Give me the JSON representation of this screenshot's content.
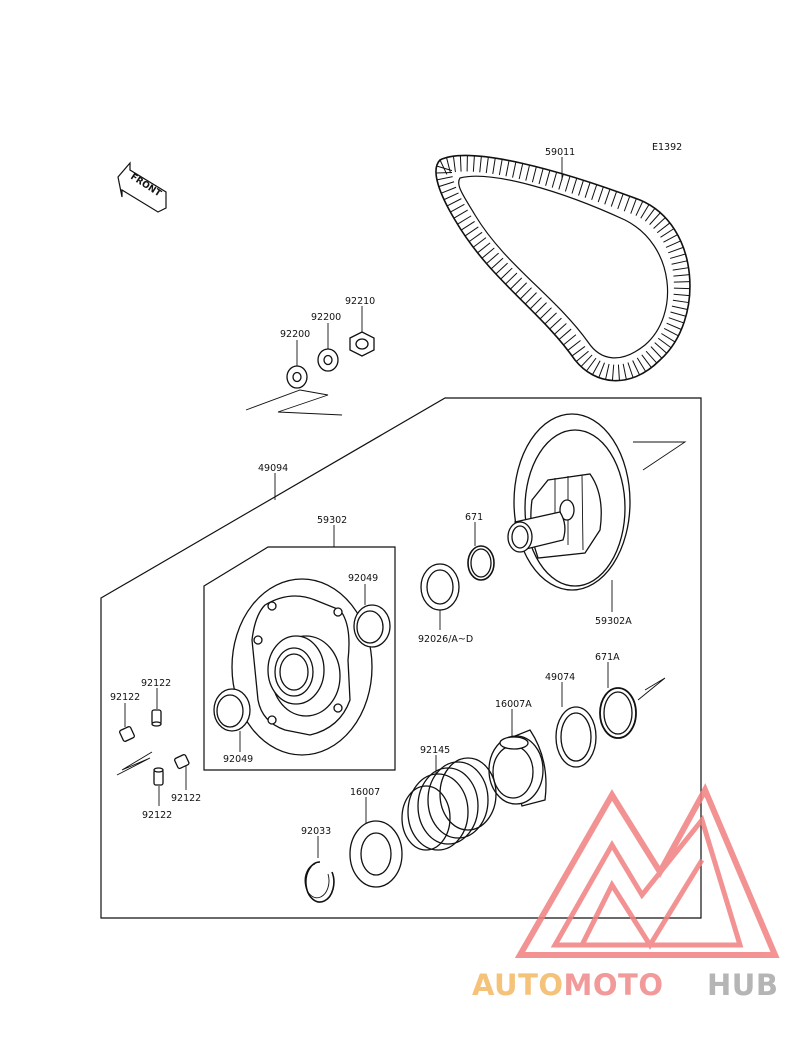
{
  "diagram_code": "E1392",
  "front_label": "FRONT",
  "parts": {
    "belt": "59011",
    "nut": "92210",
    "washer_a": "92200",
    "washer_b": "92200",
    "assembly": "49094",
    "movable_sheave": "59302",
    "bearing_top": "92049",
    "bearing_bottom": "92049",
    "shim": "92026/A~D",
    "ring_671": "671",
    "fixed_sheave": "59302A",
    "ring_671a": "671A",
    "cam_ring": "49074",
    "cam_16007a": "16007A",
    "spring": "92145",
    "cam_16007": "16007",
    "snap_ring": "92033",
    "slider_1": "92122",
    "slider_2": "92122",
    "slider_3": "92122",
    "slider_4": "92122"
  },
  "watermark": {
    "word_a": "AUTOMOTO",
    "word_b": "HUB",
    "color_a": "#f5c27a",
    "color_b": "#f29a9a",
    "color_hub": "#b5b5b5",
    "logo_color": "#f28080"
  }
}
